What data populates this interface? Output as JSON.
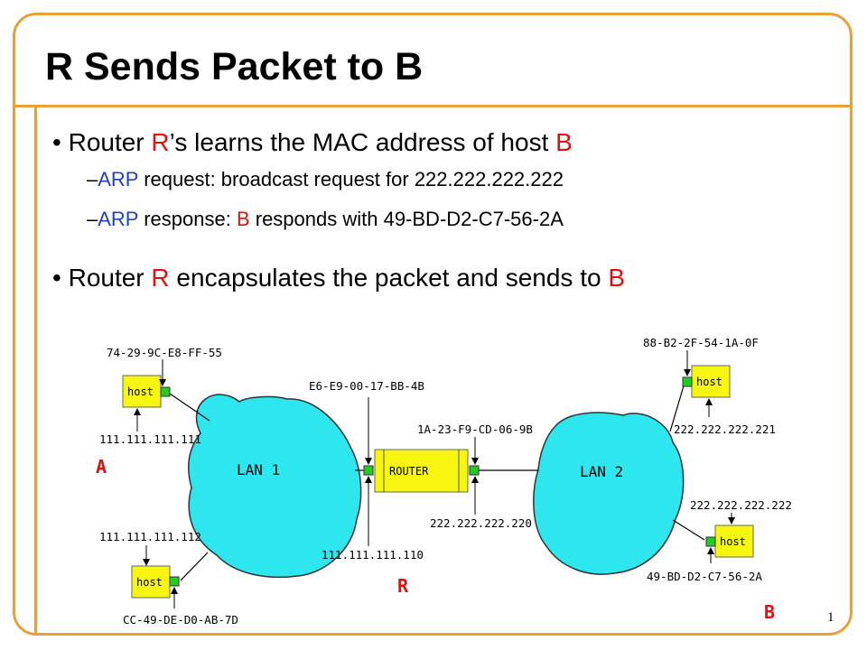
{
  "slide": {
    "title": "R Sends Packet to B",
    "page_number": "1",
    "bullets": [
      {
        "marker": "•",
        "parts": [
          "Router ",
          "R",
          "’s learns the MAC address of host ",
          "B"
        ],
        "subs": [
          {
            "dash": "–",
            "parts": [
              "ARP",
              " request: broadcast request for 222.222.222.222"
            ]
          },
          {
            "dash": "–",
            "parts": [
              "ARP",
              " response: ",
              "B",
              " responds with 49-BD-D2-C7-56-2A"
            ]
          }
        ]
      },
      {
        "marker": "•",
        "parts": [
          "Router ",
          "R",
          " encapsulates the packet and sends to ",
          "B"
        ]
      }
    ]
  },
  "diagram": {
    "lan1_label": "LAN 1",
    "lan2_label": "LAN 2",
    "router_label": "ROUTER",
    "host_label": "host",
    "host_a": {
      "mac": "74-29-9C-E8-FF-55",
      "ip": "111.111.111.111",
      "name": "A"
    },
    "host_left_bottom": {
      "ip": "111.111.111.112",
      "mac": "CC-49-DE-D0-AB-7D"
    },
    "router": {
      "mac_left": "E6-E9-00-17-BB-4B",
      "ip_left": "111.111.111.110",
      "mac_right": "1A-23-F9-CD-06-9B",
      "ip_right": "222.222.222.220",
      "name": "R"
    },
    "host_right_top": {
      "mac": "88-B2-2F-54-1A-0F",
      "ip": "222.222.222.221"
    },
    "host_b": {
      "ip": "222.222.222.222",
      "mac": "49-BD-D2-C7-56-2A",
      "name": "B"
    }
  },
  "colors": {
    "frame": "#e8a038",
    "highlight_blue": "#1f3fc8",
    "highlight_red": "#e01010",
    "lan_fill": "#2ee6ee",
    "host_fill": "#f6f610",
    "port_fill": "#22cc22"
  }
}
